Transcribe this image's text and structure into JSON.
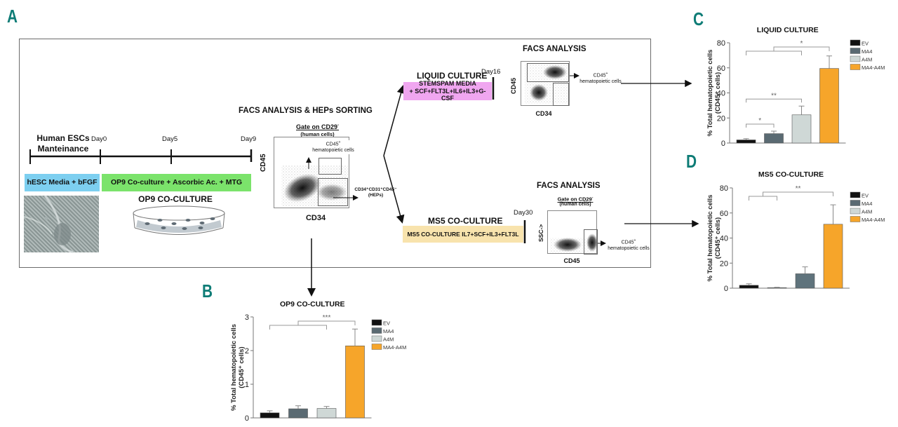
{
  "panels": {
    "A": "A",
    "B": "B",
    "C": "C",
    "D": "D"
  },
  "timeline": {
    "stage_title_line1": "Human ESCs",
    "stage_title_line2": "Manteinance",
    "day0": "Day0",
    "day5": "Day5",
    "day9": "Day9",
    "hesc_media": "hESC Media + bFGF",
    "op9_media": "OP9 Co-culture + Ascorbic Ac. + MTG",
    "op9_title": "OP9 CO-CULTURE",
    "colors": {
      "hesc": "#7dcff0",
      "op9": "#7be36b",
      "liquid": "#f0a6f0",
      "ms5": "#f8e3ad"
    }
  },
  "sorting": {
    "title": "FACS ANALYSIS & HEPs SORTING",
    "gate_line1": "Gate on CD29",
    "gate_sup": "-",
    "gate_line2": "(human cells)",
    "y_axis": "CD45",
    "x_axis": "CD34",
    "upper_gate_label_line1": "CD45",
    "upper_gate_label_sup": "+",
    "upper_gate_label_line2": "hematopoietic cells",
    "lower_gate_label_line1": "CD34⁺CD31⁺CD45⁻",
    "lower_gate_label_line2": "(HEPs)"
  },
  "liquid": {
    "title": "LIQUID CULTURE",
    "day": "Day16",
    "media_line1": "STEMSPAM MEDIA",
    "media_line2": "+ SCF+FLT3L+IL6+IL3+G-CSF",
    "facs_title": "FACS ANALYSIS",
    "y_axis": "CD45",
    "x_axis": "CD34",
    "gate_label_line1": "CD45",
    "gate_label_sup": "+",
    "gate_label_line2": "hematopoietic cells"
  },
  "ms5": {
    "title": "MS5 CO-CULTURE",
    "day": "Day30",
    "media": "MS5 CO-CULTURE IL7+SCF+IL3+FLT3L",
    "facs_title": "FACS ANALYSIS",
    "gate_line1": "Gate on CD29",
    "gate_sup": "-",
    "gate_line2": "(human cells)",
    "y_axis": "SSC->",
    "x_axis": "CD45",
    "gate_label_line1": "CD45",
    "gate_label_sup": "+",
    "gate_label_line2": "hematopoietic cells"
  },
  "chart_data": [
    {
      "id": "B",
      "type": "bar",
      "title": "OP9 CO-CULTURE",
      "ylabel_line1": "% Total hematopoietic cells",
      "ylabel_line2": "(CD45⁺ cells)",
      "xlabel": "",
      "ylim": [
        0,
        3
      ],
      "yticks": [
        0,
        1,
        2,
        3
      ],
      "categories": [
        "EV",
        "MA4",
        "A4M",
        "MA4-A4M"
      ],
      "values": [
        0.15,
        0.27,
        0.28,
        2.14
      ],
      "errors": [
        0.06,
        0.09,
        0.06,
        0.5
      ],
      "colors": [
        "#111111",
        "#5a6a72",
        "#cfd8d6",
        "#f6a52a"
      ],
      "legend": {
        "position": "top-right",
        "entries": [
          "EV",
          "MA4",
          "A4M",
          "MA4-A4M"
        ],
        "colors": [
          "#111111",
          "#5a6a72",
          "#cfd8d6",
          "#f6a52a"
        ]
      },
      "significance": [
        {
          "groups": [
            [
              0,
              2
            ],
            [
              3
            ]
          ],
          "label": "***"
        }
      ],
      "grid": false
    },
    {
      "id": "C",
      "type": "bar",
      "title": "LIQUID CULTURE",
      "ylabel_line1": "% Total hematopoietic cells",
      "ylabel_line2": "(CD45⁺ cells)",
      "xlabel": "",
      "ylim": [
        0,
        80
      ],
      "yticks": [
        0,
        20,
        40,
        60,
        80
      ],
      "categories": [
        "EV",
        "MA4",
        "A4M",
        "MA4-A4M"
      ],
      "values": [
        2.5,
        7.5,
        22.5,
        59.5
      ],
      "errors": [
        1.0,
        2.0,
        7.0,
        10.0
      ],
      "colors": [
        "#111111",
        "#5a6a72",
        "#cfd8d6",
        "#f6a52a"
      ],
      "legend": {
        "position": "top-right",
        "entries": [
          "EV",
          "MA4",
          "A4M",
          "MA4-A4M"
        ],
        "colors": [
          "#111111",
          "#5a6a72",
          "#cfd8d6",
          "#f6a52a"
        ]
      },
      "significance": [
        {
          "groups": [
            [
              0,
              2
            ],
            [
              3
            ]
          ],
          "label": "*"
        },
        {
          "groups": [
            [
              0
            ],
            [
              2
            ]
          ],
          "label": "**"
        },
        {
          "groups": [
            [
              0
            ],
            [
              1
            ]
          ],
          "label": "*"
        }
      ],
      "grid": false
    },
    {
      "id": "D",
      "type": "bar",
      "title": "MS5 CO-CULTURE",
      "ylabel_line1": "% Total hematopoietic cells",
      "ylabel_line2": "(CD45⁺ cells)",
      "xlabel": "",
      "ylim": [
        0,
        80
      ],
      "yticks": [
        0,
        20,
        40,
        60,
        80
      ],
      "categories": [
        "EV",
        "MA4",
        "A4M",
        "MA4-A4M"
      ],
      "values": [
        2.3,
        0.4,
        11.5,
        51.0
      ],
      "errors": [
        1.2,
        0.3,
        5.5,
        15.5
      ],
      "colors": [
        "#111111",
        "#5a6a72",
        "#5f737c",
        "#f6a52a"
      ],
      "legend": {
        "position": "top-right",
        "entries": [
          "EV",
          "MA4",
          "A4M",
          "MA4-A4M"
        ],
        "colors": [
          "#111111",
          "#5a6a72",
          "#cfd8d6",
          "#f6a52a"
        ]
      },
      "significance": [
        {
          "groups": [
            [
              0,
              1
            ],
            [
              3
            ]
          ],
          "label": "**"
        }
      ],
      "grid": false
    }
  ]
}
